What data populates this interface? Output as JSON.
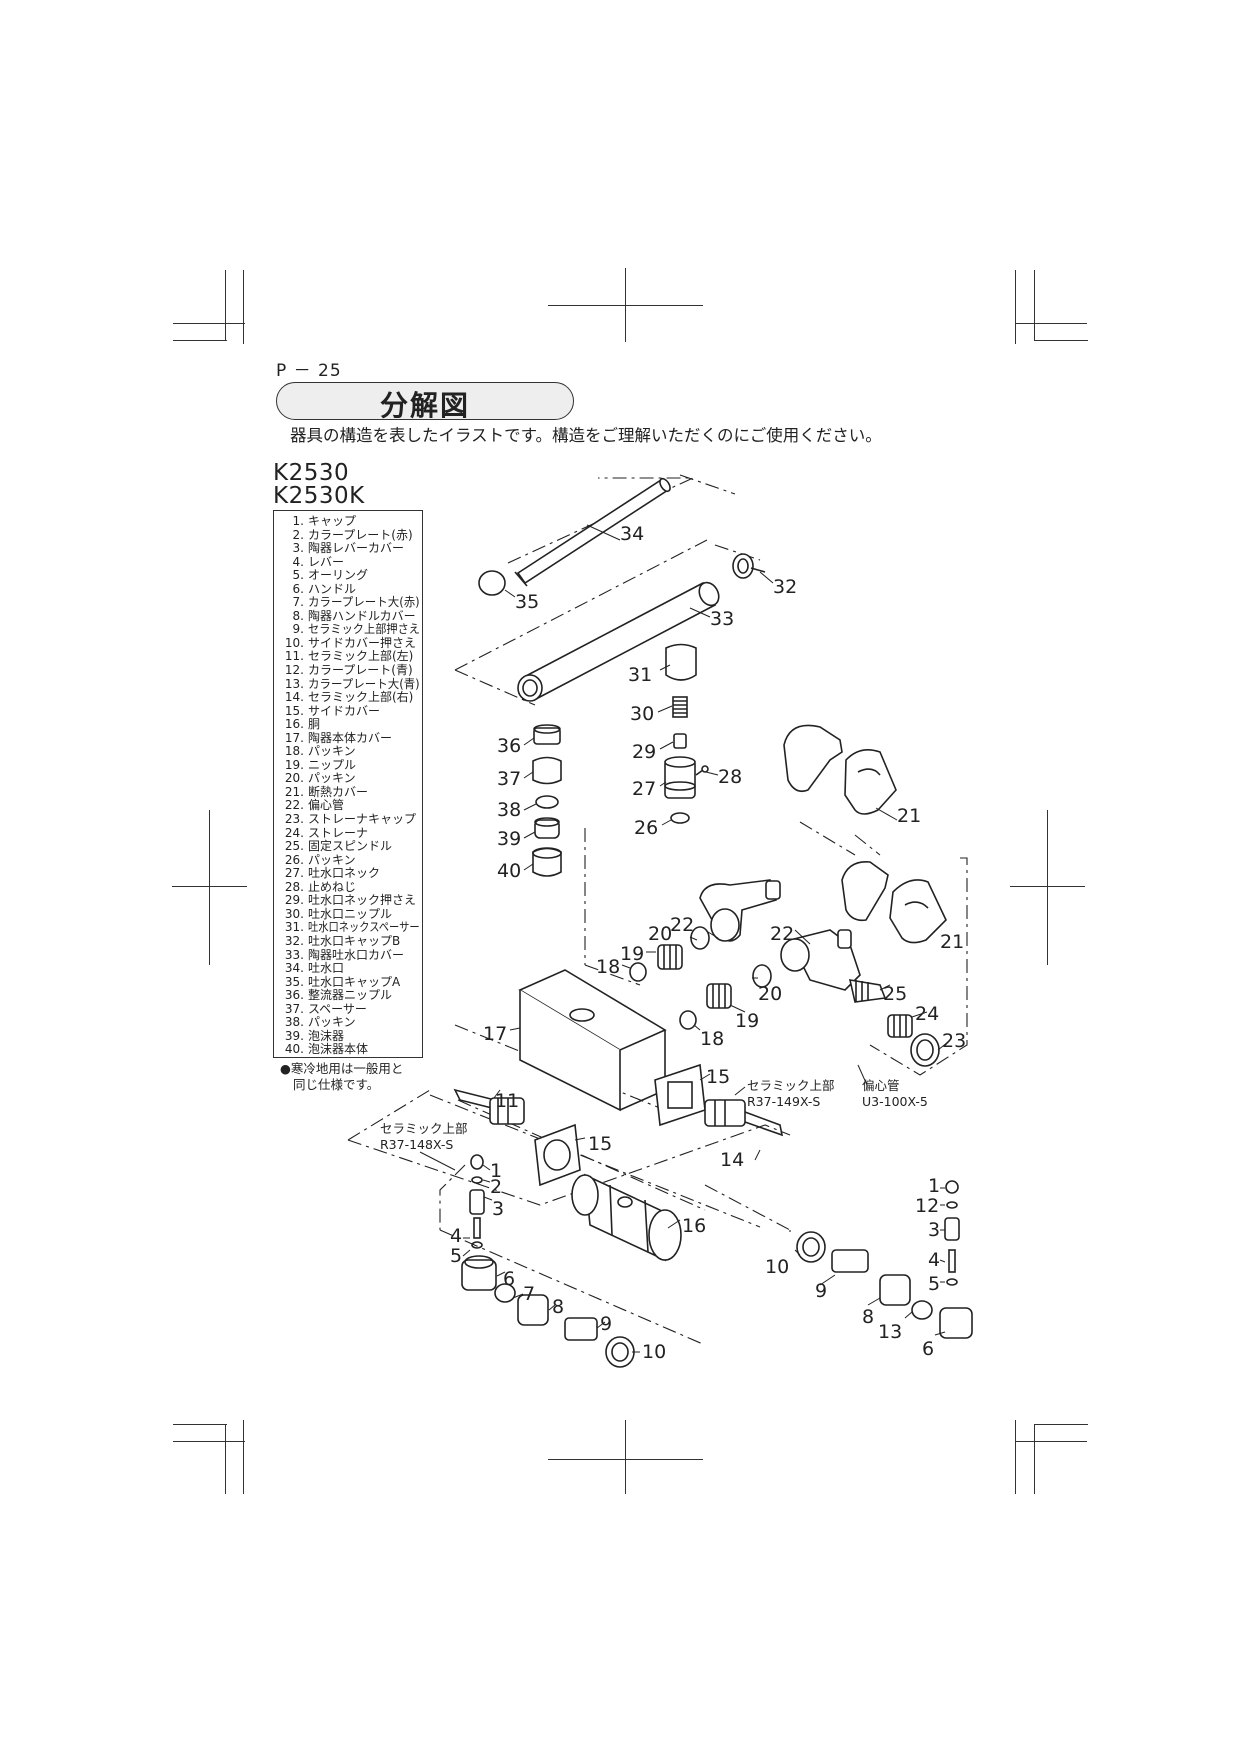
{
  "page_number": "P － 25",
  "section_title": "分解図",
  "subtitle": "器具の構造を表したイラストです。構造をご理解いただくのにご使用ください。",
  "models": [
    "K2530",
    "K2530K"
  ],
  "parts": [
    {
      "no": "1.",
      "name": "キャップ"
    },
    {
      "no": "2.",
      "name": "カラープレート(赤)"
    },
    {
      "no": "3.",
      "name": "陶器レバーカバー"
    },
    {
      "no": "4.",
      "name": "レバー"
    },
    {
      "no": "5.",
      "name": "オーリング"
    },
    {
      "no": "6.",
      "name": "ハンドル"
    },
    {
      "no": "7.",
      "name": "カラープレート大(赤)"
    },
    {
      "no": "8.",
      "name": "陶器ハンドルカバー"
    },
    {
      "no": "9.",
      "name": "セラミック上部押さえ"
    },
    {
      "no": "10.",
      "name": "サイドカバー押さえ"
    },
    {
      "no": "11.",
      "name": "セラミック上部(左)"
    },
    {
      "no": "12.",
      "name": "カラープレート(青)"
    },
    {
      "no": "13.",
      "name": "カラープレート大(青)"
    },
    {
      "no": "14.",
      "name": "セラミック上部(右)"
    },
    {
      "no": "15.",
      "name": "サイドカバー"
    },
    {
      "no": "16.",
      "name": "胴"
    },
    {
      "no": "17.",
      "name": "陶器本体カバー"
    },
    {
      "no": "18.",
      "name": "パッキン"
    },
    {
      "no": "19.",
      "name": "ニップル"
    },
    {
      "no": "20.",
      "name": "パッキン"
    },
    {
      "no": "21.",
      "name": "断熱カバー"
    },
    {
      "no": "22.",
      "name": "偏心管"
    },
    {
      "no": "23.",
      "name": "ストレーナキャップ"
    },
    {
      "no": "24.",
      "name": "ストレーナ"
    },
    {
      "no": "25.",
      "name": "固定スピンドル"
    },
    {
      "no": "26.",
      "name": "パッキン"
    },
    {
      "no": "27.",
      "name": "吐水口ネック"
    },
    {
      "no": "28.",
      "name": "止めねじ"
    },
    {
      "no": "29.",
      "name": "吐水口ネック押さえ"
    },
    {
      "no": "30.",
      "name": "吐水口ニップル"
    },
    {
      "no": "31.",
      "name": "吐水口ネックスペーサー"
    },
    {
      "no": "32.",
      "name": "吐水口キャップB"
    },
    {
      "no": "33.",
      "name": "陶器吐水口カバー"
    },
    {
      "no": "34.",
      "name": "吐水口"
    },
    {
      "no": "35.",
      "name": "吐水口キャップA"
    },
    {
      "no": "36.",
      "name": "整流器ニップル"
    },
    {
      "no": "37.",
      "name": "スペーサー"
    },
    {
      "no": "38.",
      "name": "パッキン"
    },
    {
      "no": "39.",
      "name": "泡沫器"
    },
    {
      "no": "40.",
      "name": "泡沫器本体"
    }
  ],
  "note_line1": "●寒冷地用は一般用と",
  "note_line2": "同じ仕様です。",
  "callouts": {
    "c1": "1",
    "c2": "2",
    "c3": "3",
    "c4": "4",
    "c5": "5",
    "c6": "6",
    "c7": "7",
    "c8": "8",
    "c9": "9",
    "c10": "10",
    "c11": "11",
    "c12": "12",
    "c13": "13",
    "c14": "14",
    "c15": "15",
    "c16": "16",
    "c17": "17",
    "c18": "18",
    "c19": "19",
    "c20": "20",
    "c21": "21",
    "c22": "22",
    "c23": "23",
    "c24": "24",
    "c25": "25",
    "c26": "26",
    "c27": "27",
    "c28": "28",
    "c29": "29",
    "c30": "30",
    "c31": "31",
    "c32": "32",
    "c33": "33",
    "c34": "34",
    "c35": "35",
    "c36": "36",
    "c37": "37",
    "c38": "38",
    "c39": "39",
    "c40": "40"
  },
  "ann_ceramic_left_name": "セラミック上部",
  "ann_ceramic_left_code": "R37-148X-S",
  "ann_ceramic_right_name": "セラミック上部",
  "ann_ceramic_right_code": "R37-149X-S",
  "ann_eccentric_name": "偏心管",
  "ann_eccentric_code": "U3-100X-5"
}
